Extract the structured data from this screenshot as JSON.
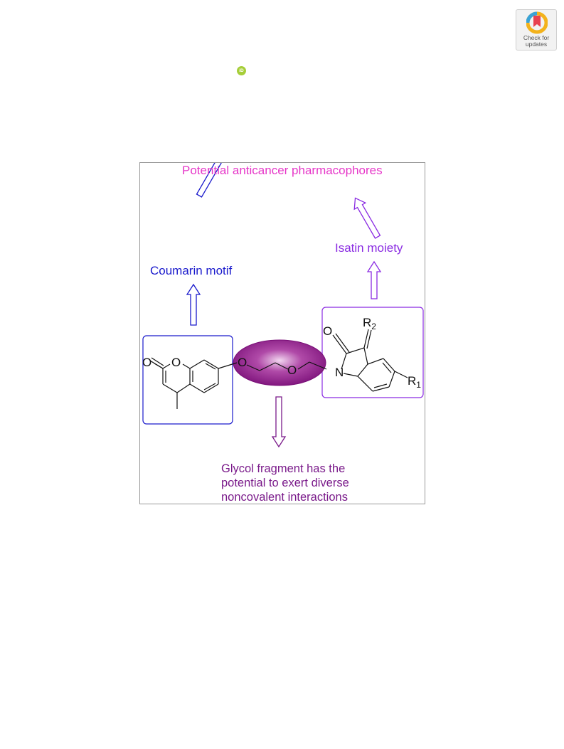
{
  "badge": {
    "line1": "Check for",
    "line2": "updates"
  },
  "orcid": {
    "label": "iD"
  },
  "figure": {
    "title": "Potential anticancer pharmacophores",
    "coumarin_label": "Coumarin motif",
    "isatin_label": "Isatin moiety",
    "glycol_line1": "Glycol fragment has the",
    "glycol_line2": "potential to exert diverse",
    "glycol_line3": "noncovalent interactions",
    "atoms": {
      "o_carbonyl_left": "O",
      "o_ring": "O",
      "o_ether1": "O",
      "o_ether2": "O",
      "o_carbonyl_right": "O",
      "n": "N",
      "r2": "R",
      "r2_sub": "2",
      "r1": "R",
      "r1_sub": "1"
    },
    "colors": {
      "title": "#e636c8",
      "coumarin": "#1a1acc",
      "isatin": "#8a2be2",
      "glycol": "#7a1a8a",
      "ellipse": "#8b1a8b"
    }
  }
}
